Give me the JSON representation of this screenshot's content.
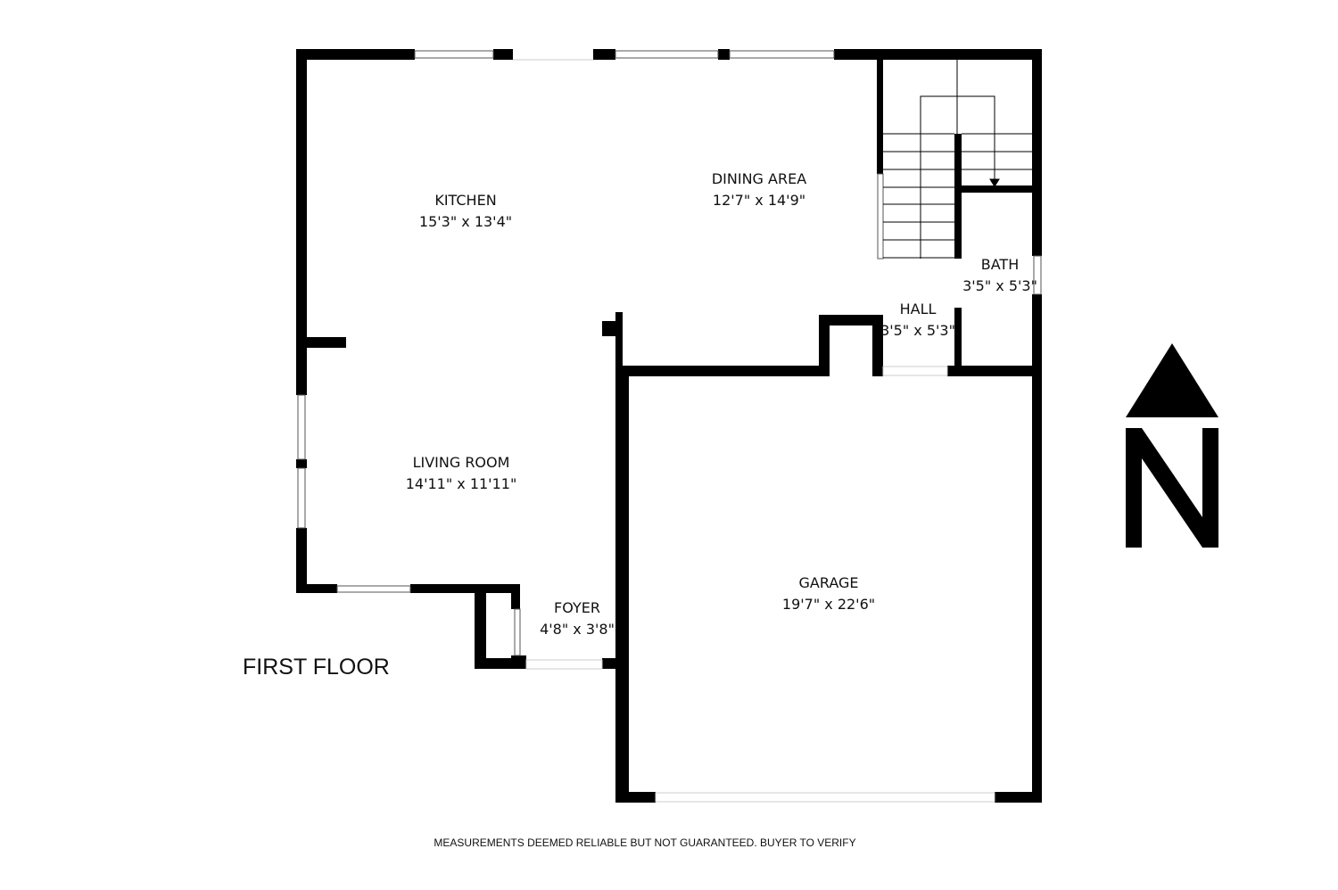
{
  "floor_label": "FIRST FLOOR",
  "disclaimer": "MEASUREMENTS DEEMED RELIABLE BUT NOT GUARANTEED.  BUYER TO VERIFY",
  "compass": {
    "direction": "N",
    "icon": "north-arrow-icon"
  },
  "colors": {
    "wall": "#000000",
    "background": "#ffffff"
  },
  "rooms": [
    {
      "name": "KITCHEN",
      "size": "15'3\" x 13'4\""
    },
    {
      "name": "DINING AREA",
      "size": "12'7\" x 14'9\""
    },
    {
      "name": "BATH",
      "size": "3'5\" x 5'3\""
    },
    {
      "name": "HALL",
      "size": "3'5\" x 5'3\""
    },
    {
      "name": "LIVING ROOM",
      "size": "14'11\" x 11'11\""
    },
    {
      "name": "GARAGE",
      "size": "19'7\" x 22'6\""
    },
    {
      "name": "FOYER",
      "size": "4'8\" x 3'8\""
    }
  ]
}
